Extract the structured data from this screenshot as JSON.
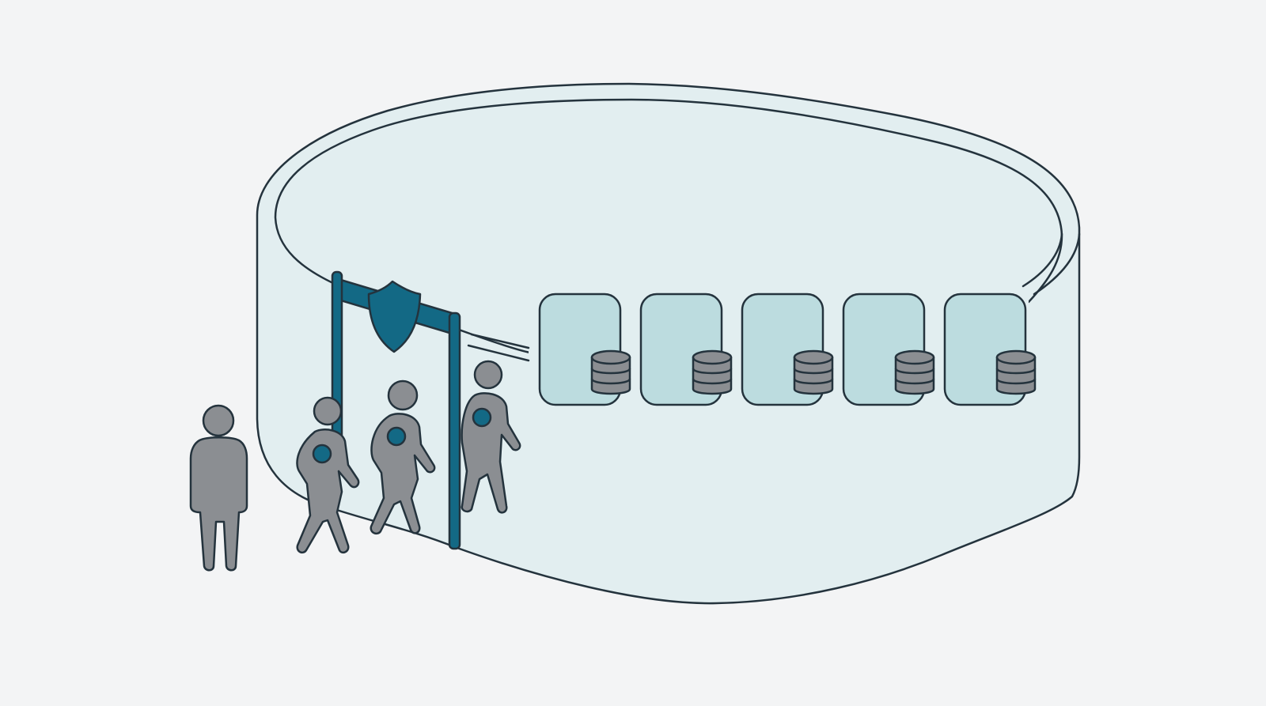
{
  "colors": {
    "background": "#f3f4f5",
    "container_fill": "#e2eef0",
    "panel_fill": "#bcdcdf",
    "outline": "#24333d",
    "gate_accent": "#136985",
    "person_fill": "#8b8e92"
  },
  "icons": {
    "gate": "shield-icon",
    "storage": "database-icon",
    "actor": "person-icon"
  },
  "counts": {
    "storage_panels": 5,
    "people_walking_in": 3,
    "people_waiting": 1
  }
}
